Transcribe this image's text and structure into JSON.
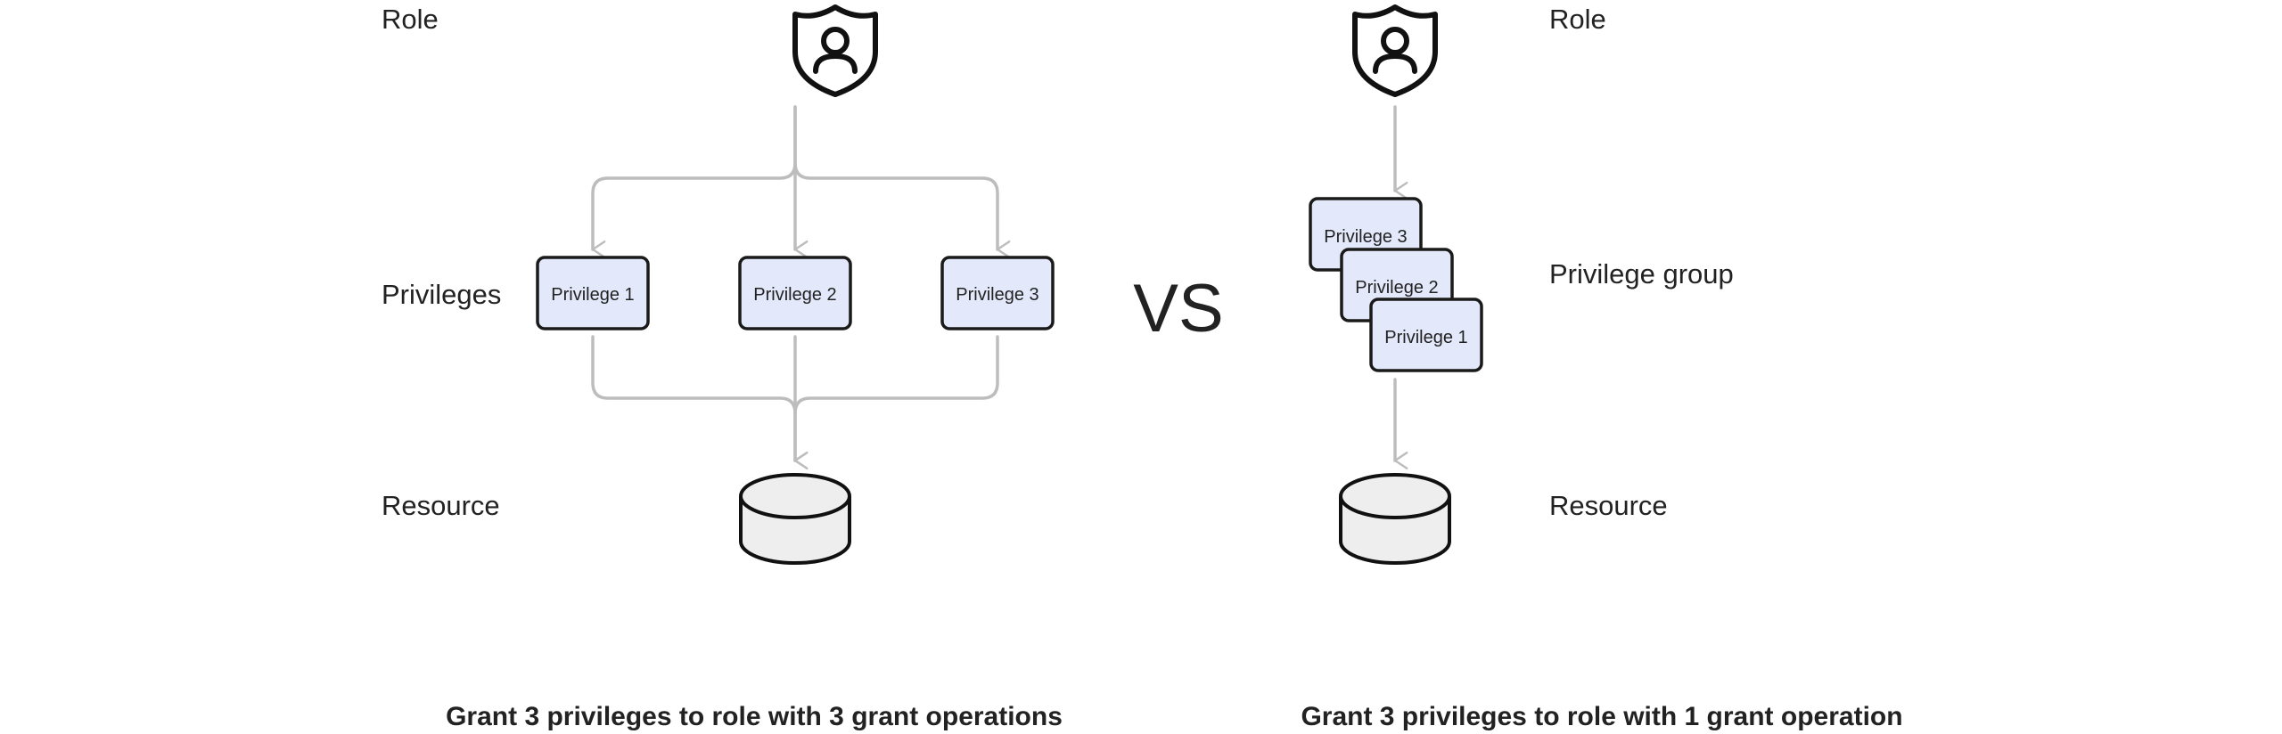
{
  "left": {
    "row_labels": {
      "role": "Role",
      "privileges": "Privileges",
      "resource": "Resource"
    },
    "privileges": [
      "Privilege 1",
      "Privilege 2",
      "Privilege 3"
    ],
    "caption": "Grant 3 privileges to role with 3 grant operations"
  },
  "separator": "VS",
  "right": {
    "row_labels": {
      "role": "Role",
      "privilege_group": "Privilege group",
      "resource": "Resource"
    },
    "stack": [
      "Privilege 3",
      "Privilege 2",
      "Privilege 1"
    ],
    "caption": "Grant 3 privileges to role with 1 grant operation"
  },
  "icons": {
    "role": "shield-user-icon",
    "resource": "database-icon"
  },
  "colors": {
    "privilege_fill": "#e3e9fb",
    "connector": "#bdbdbd",
    "resource_fill": "#eeeeef"
  }
}
